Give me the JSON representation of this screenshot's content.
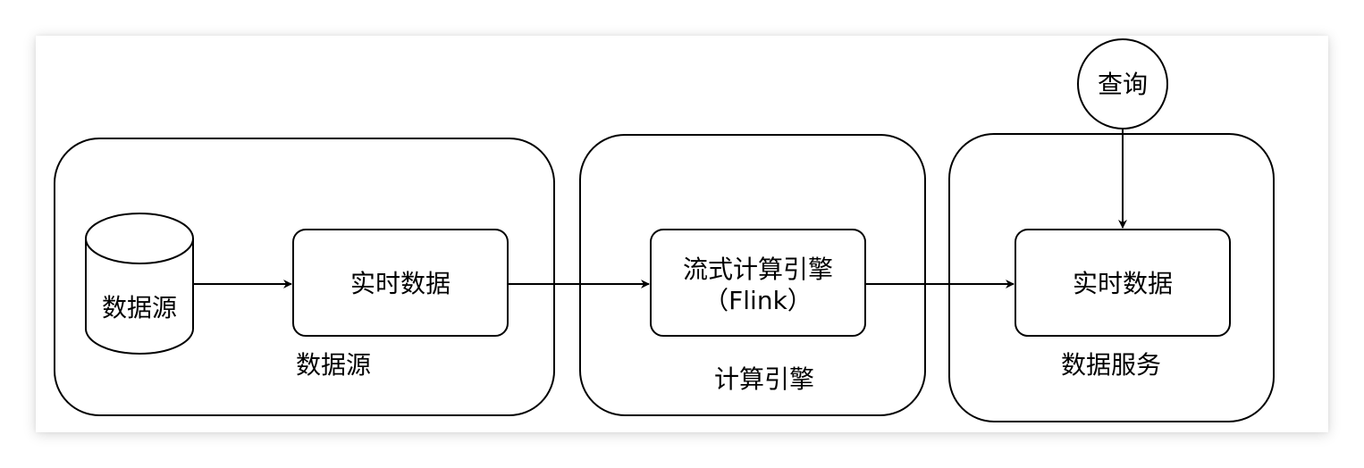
{
  "diagram": {
    "groups": [
      {
        "id": "source",
        "label": "数据源"
      },
      {
        "id": "compute",
        "label": "计算引擎"
      },
      {
        "id": "service",
        "label": "数据服务"
      }
    ],
    "nodes": {
      "database": {
        "label": "数据源",
        "shape": "cylinder"
      },
      "realtime_data_1": {
        "label": "实时数据",
        "shape": "rounded-rect"
      },
      "stream_engine": {
        "line1": "流式计算引擎",
        "line2": "（Flink）",
        "shape": "rounded-rect"
      },
      "realtime_data_2": {
        "label": "实时数据",
        "shape": "rounded-rect"
      },
      "query": {
        "label": "查询",
        "shape": "circle"
      }
    },
    "edges": [
      {
        "from": "database",
        "to": "realtime_data_1"
      },
      {
        "from": "realtime_data_1",
        "to": "stream_engine"
      },
      {
        "from": "stream_engine",
        "to": "realtime_data_2"
      },
      {
        "from": "query",
        "to": "realtime_data_2"
      }
    ],
    "colors": {
      "stroke": "#000000",
      "fill": "#ffffff",
      "background": "#ffffff"
    }
  }
}
